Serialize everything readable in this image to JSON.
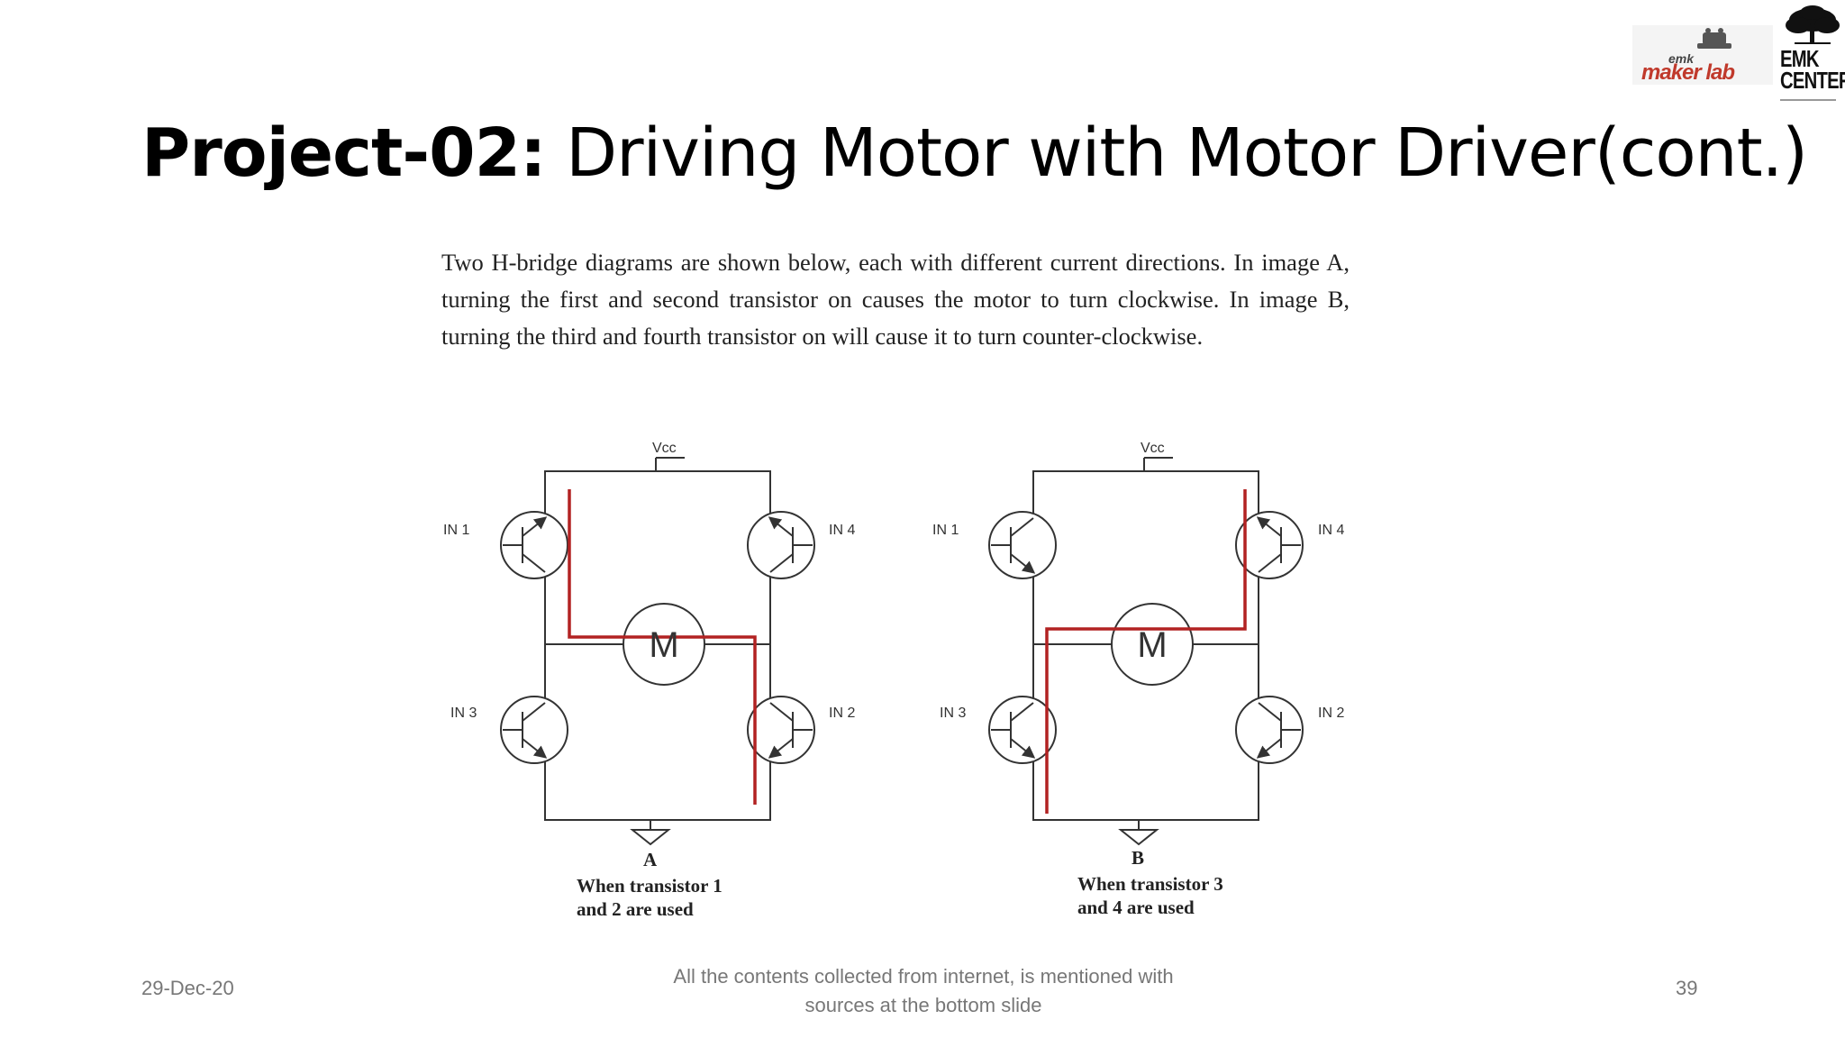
{
  "slide": {
    "title_bold": "Project-02:",
    "title_rest": " Driving Motor with Motor Driver(cont.)",
    "paragraph": "Two H-bridge diagrams are shown below, each with different current directions. In image A, turning the first and second transistor on causes the motor to turn clockwise. In image B, turning the third and fourth transistor on will cause it to turn counter-clockwise."
  },
  "logos": {
    "maker_lab_top": "emk",
    "maker_lab_main": "maker lab",
    "emk_line1": "EMK",
    "emk_line2": "CENTER"
  },
  "diagram_a": {
    "vcc": "Vcc",
    "in1": "IN 1",
    "in2": "IN 2",
    "in3": "IN 3",
    "in4": "IN 4",
    "motor": "M",
    "letter": "A",
    "caption_line1": "When transistor 1",
    "caption_line2": "and 2 are used"
  },
  "diagram_b": {
    "vcc": "Vcc",
    "in1": "IN 1",
    "in2": "IN 2",
    "in3": "IN 3",
    "in4": "IN 4",
    "motor": "M",
    "letter": "B",
    "caption_line1": "When transistor 3",
    "caption_line2": "and 4 are used"
  },
  "footer": {
    "date": "29-Dec-20",
    "note_line1": "All the contents collected from internet, is mentioned with",
    "note_line2": "sources at the bottom slide",
    "page": "39"
  },
  "colors": {
    "current_path": "#b22222",
    "circuit": "#333333",
    "footer_text": "#777777",
    "maker_lab_red": "#c0392b"
  }
}
